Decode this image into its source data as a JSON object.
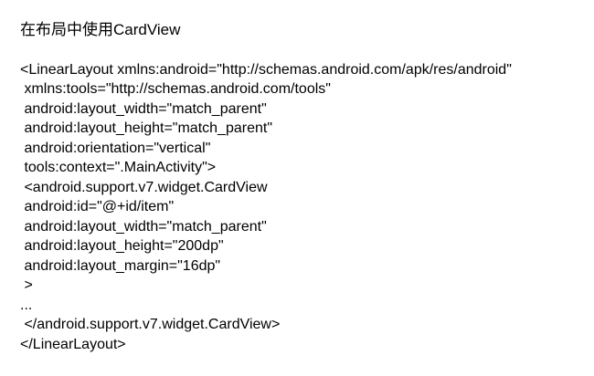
{
  "document": {
    "title": "在布局中使用CardView",
    "code_lines": [
      "<LinearLayout xmlns:android=\"http://schemas.android.com/apk/res/android\"",
      " xmlns:tools=\"http://schemas.android.com/tools\"",
      " android:layout_width=\"match_parent\"",
      " android:layout_height=\"match_parent\"",
      " android:orientation=\"vertical\"",
      " tools:context=\".MainActivity\">",
      " <android.support.v7.widget.CardView",
      " android:id=\"@+id/item\"",
      " android:layout_width=\"match_parent\"",
      " android:layout_height=\"200dp\"",
      " android:layout_margin=\"16dp\"",
      " >",
      "...",
      " </android.support.v7.widget.CardView>",
      "</LinearLayout>"
    ]
  }
}
